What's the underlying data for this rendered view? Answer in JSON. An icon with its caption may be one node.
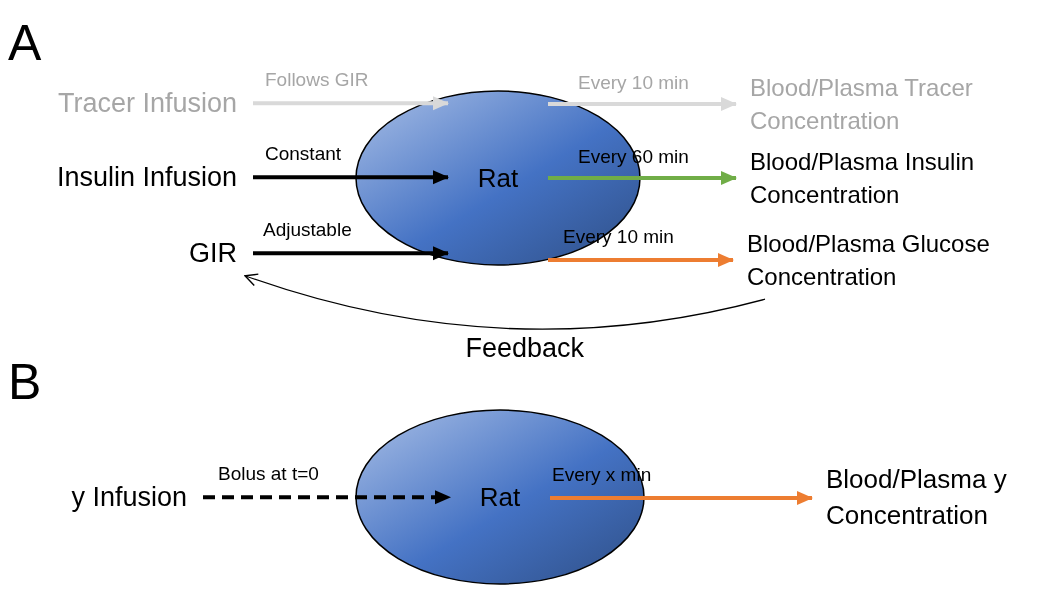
{
  "diagram": {
    "nodes": [
      {
        "text": [
          "Tracer Infusion"
        ]
      },
      {
        "text": [
          "Insulin Infusion"
        ]
      },
      {
        "text": [
          "GIR"
        ]
      },
      {
        "text": [
          "Rat"
        ]
      },
      {
        "text": [
          "Blood/Plasma Tracer Concentration"
        ]
      },
      {
        "text": [
          "Blood/Plasma Insulin Concentration"
        ]
      },
      {
        "text": [
          "Blood/Plasma Glucose Concentration"
        ]
      },
      {
        "text": [
          "y Infusion"
        ]
      },
      {
        "text": [
          "Rat"
        ]
      },
      {
        "text": [
          "Blood/Plasma y Concentration"
        ]
      }
    ],
    "edges": [
      {
        "from": 0,
        "to": 3,
        "arrow": "to",
        "label": "Follows GIR",
        "color": "#d9d9d9"
      },
      {
        "from": 1,
        "to": 3,
        "arrow": "to",
        "label": "Constant"
      },
      {
        "from": 2,
        "to": 3,
        "arrow": "to",
        "label": "Adjustable"
      },
      {
        "from": 3,
        "to": 4,
        "arrow": "to",
        "label": "Every 10 min",
        "color": "#d9d9d9"
      },
      {
        "from": 3,
        "to": 5,
        "arrow": "to",
        "label": "Every 60 min",
        "color": "#70ad47"
      },
      {
        "from": 3,
        "to": 6,
        "arrow": "to",
        "label": "Every 10 min",
        "color": "#ed7d31"
      },
      {
        "from": 6,
        "to": 2,
        "arrow": "to",
        "label": "Feedback"
      },
      {
        "from": 7,
        "to": 8,
        "arrow": "to",
        "label": "Bolus at t=0",
        "style": "dashed"
      },
      {
        "from": 8,
        "to": 9,
        "arrow": "to",
        "label": "Every x min",
        "color": "#ed7d31"
      }
    ],
    "labels": [
      "A",
      "B"
    ]
  }
}
